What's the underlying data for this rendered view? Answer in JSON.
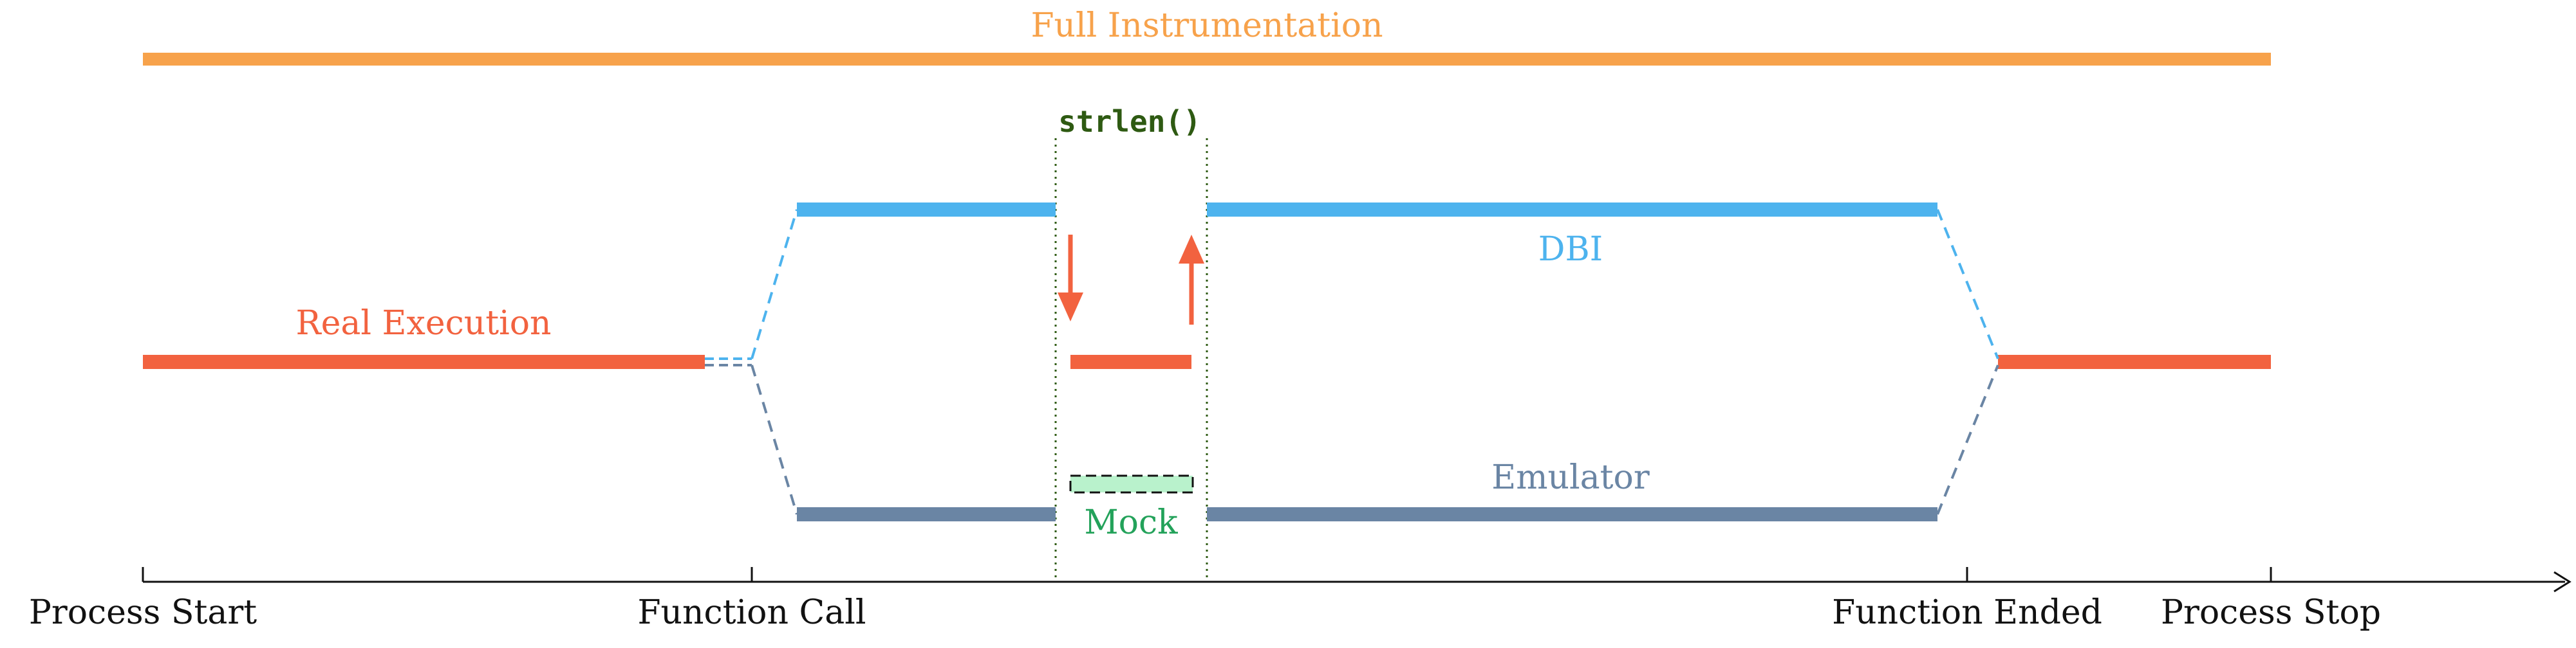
{
  "colors": {
    "full_instrumentation": "#F7A24B",
    "real_execution": "#F2623F",
    "dbi": "#4DB3EE",
    "emulator": "#6A85A4",
    "mock": "#23A25A",
    "mock_fill": "#B9F2CC",
    "strlen": "#2E5A12",
    "axis": "#111111"
  },
  "labels": {
    "full_instrumentation": "Full Instrumentation",
    "real_execution": "Real Execution",
    "dbi": "DBI",
    "emulator": "Emulator",
    "mock": "Mock",
    "strlen": "strlen()"
  },
  "axis": {
    "ticks": [
      {
        "label": "Process Start"
      },
      {
        "label": "Function Call"
      },
      {
        "label": "Function Ended"
      },
      {
        "label": "Process Stop"
      }
    ]
  }
}
